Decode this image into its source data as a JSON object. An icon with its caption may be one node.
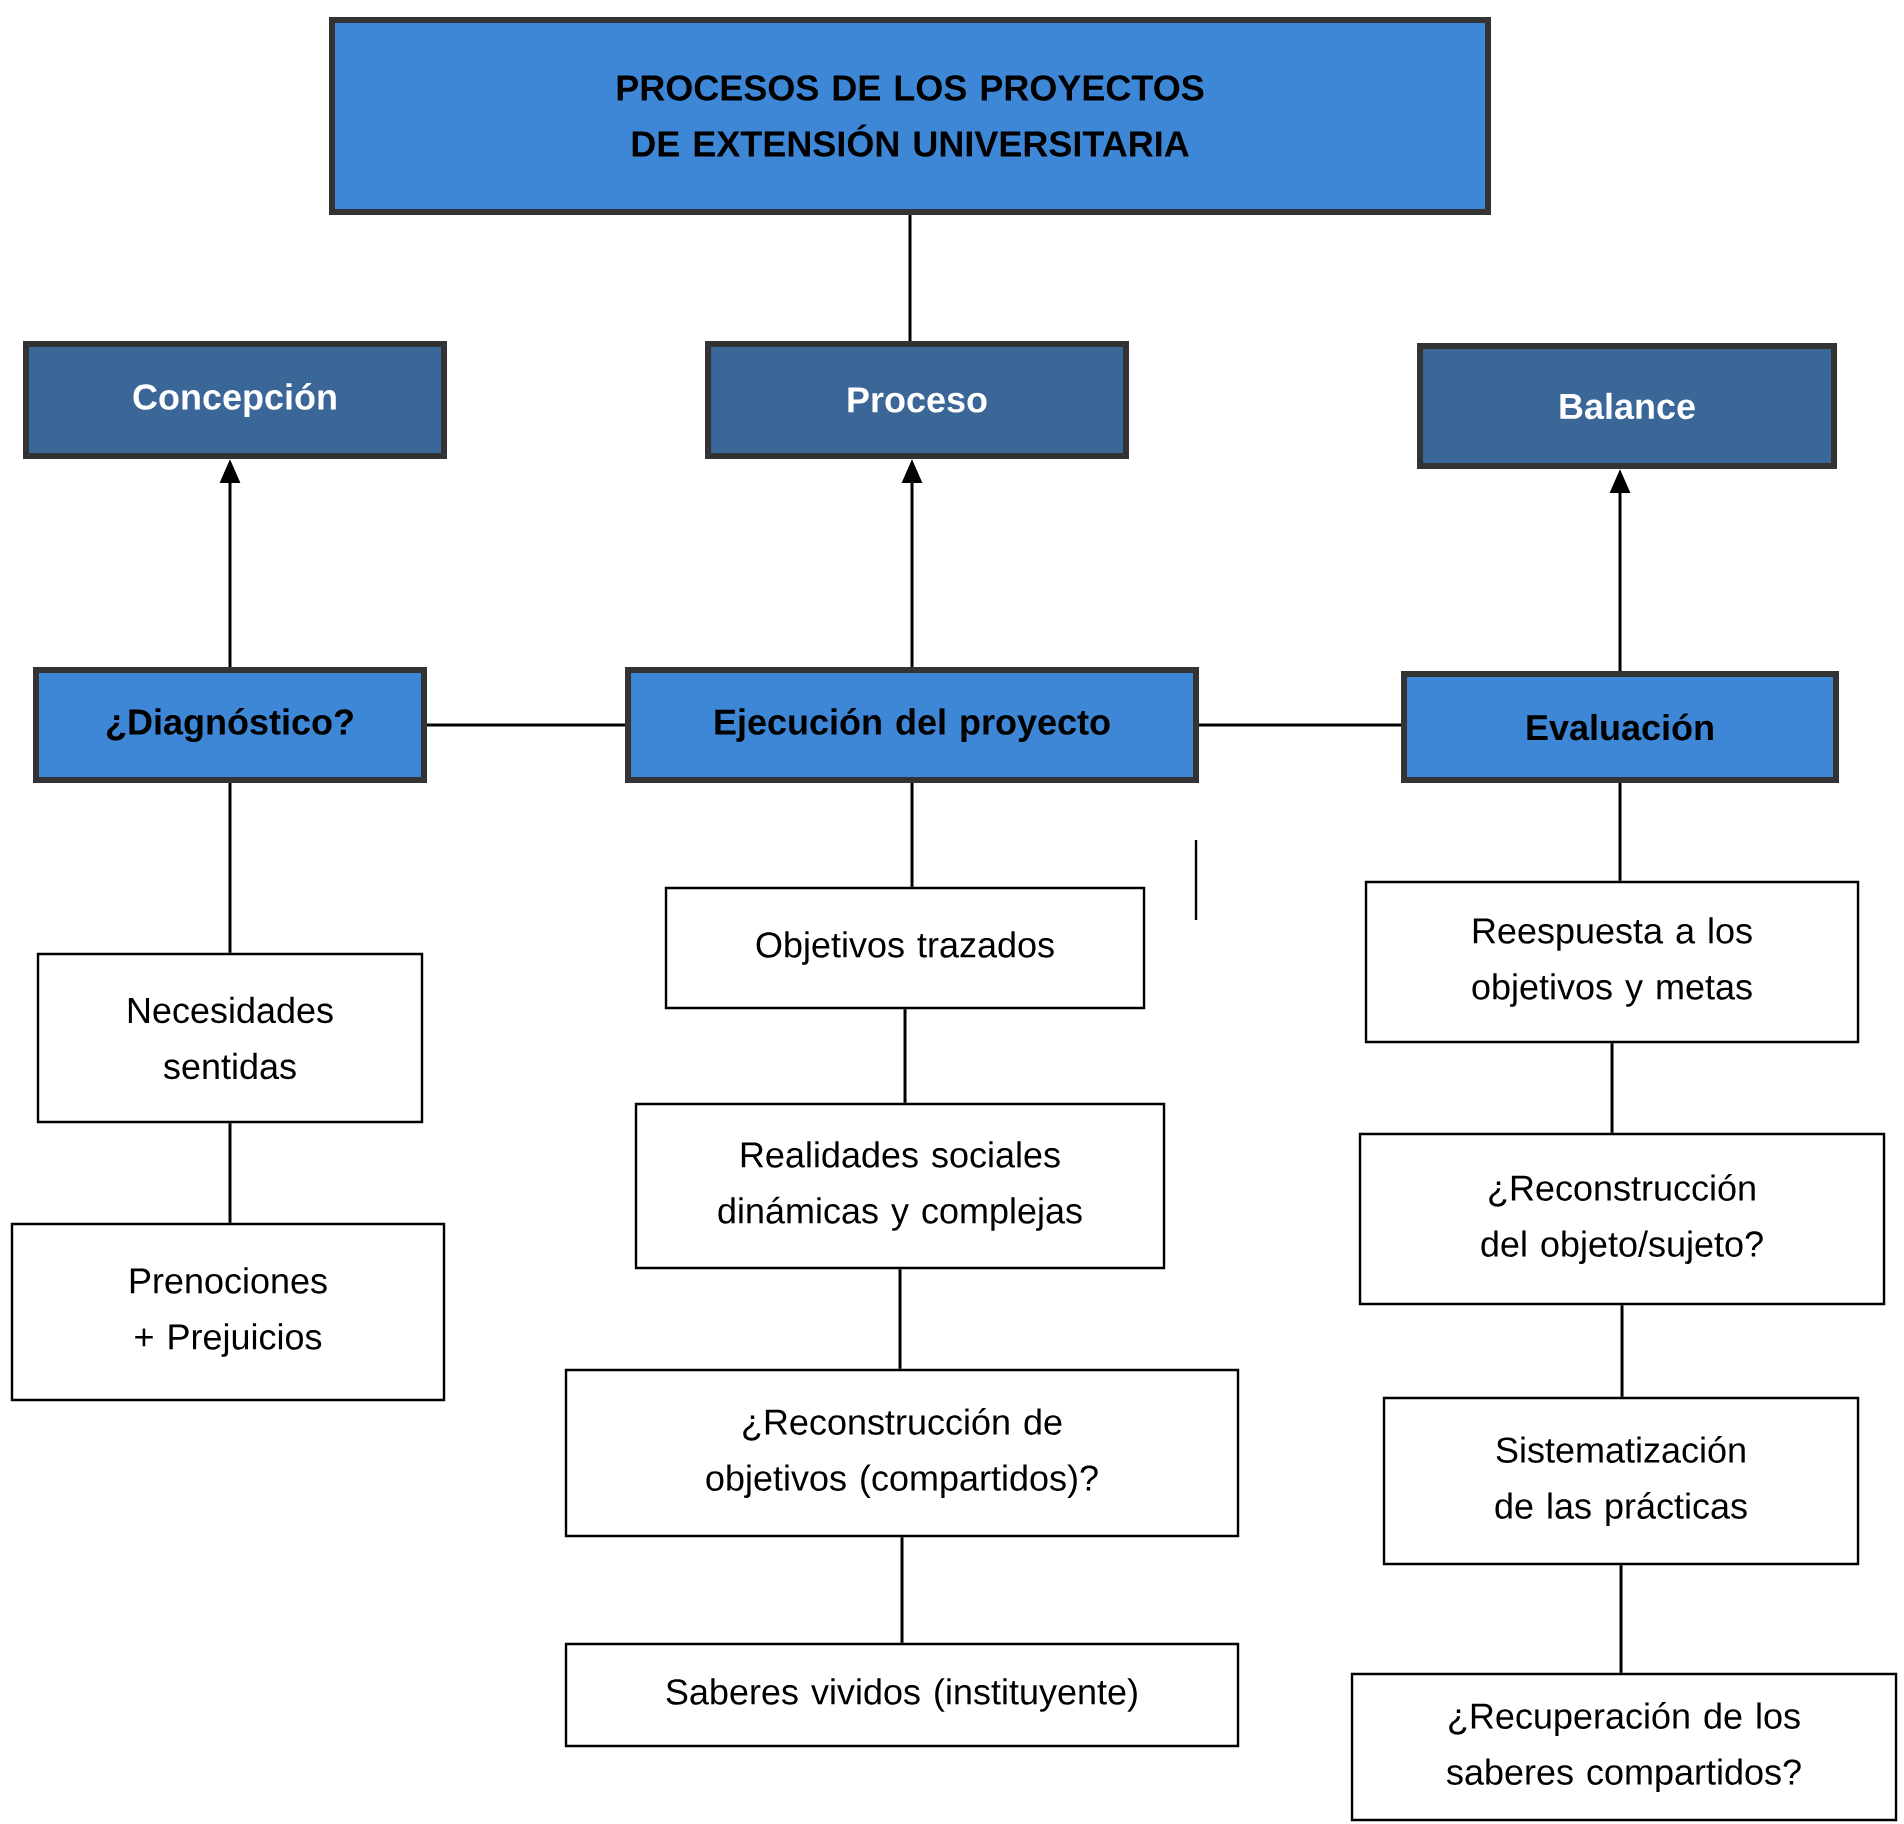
{
  "diagram": {
    "nodes": [
      {
        "text": [
          "PROCESOS DE LOS PROYECTOS DE EXTENSIÓN UNIVERSITARIA"
        ]
      },
      {
        "text": [
          "Concepción"
        ]
      },
      {
        "text": [
          "Proceso"
        ]
      },
      {
        "text": [
          "Balance"
        ]
      },
      {
        "text": [
          "¿Diagnóstico?"
        ]
      },
      {
        "text": [
          "Ejecución del proyecto"
        ]
      },
      {
        "text": [
          "Evaluación"
        ]
      },
      {
        "text": [
          "Necesidades sentidas"
        ]
      },
      {
        "text": [
          "Objetivos trazados"
        ]
      },
      {
        "text": [
          "Reespuesta a los objetivos y metas"
        ]
      },
      {
        "text": [
          "Prenociones + Prejuicios"
        ]
      },
      {
        "text": [
          "Realidades sociales dinámicas y complejas"
        ]
      },
      {
        "text": [
          "¿Reconstrucción del objeto/sujeto?"
        ]
      },
      {
        "text": [
          "¿Reconstrucción de objetivos (compartidos)?"
        ]
      },
      {
        "text": [
          "Sistematización de las prácticas"
        ]
      },
      {
        "text": [
          "Saberes vividos (instituyente)"
        ]
      },
      {
        "text": [
          "¿Recuperación de los saberes compartidos?"
        ]
      }
    ],
    "edges": [
      {
        "from": 0,
        "to": 2,
        "arrow": "none"
      },
      {
        "from": 4,
        "to": 1,
        "arrow": "to"
      },
      {
        "from": 5,
        "to": 2,
        "arrow": "to"
      },
      {
        "from": 6,
        "to": 3,
        "arrow": "to"
      },
      {
        "from": 4,
        "to": 5,
        "arrow": "none"
      },
      {
        "from": 5,
        "to": 6,
        "arrow": "none"
      },
      {
        "from": 4,
        "to": 7,
        "arrow": "none"
      },
      {
        "from": 7,
        "to": 10,
        "arrow": "none"
      },
      {
        "from": 5,
        "to": 8,
        "arrow": "none"
      },
      {
        "from": 8,
        "to": 11,
        "arrow": "none"
      },
      {
        "from": 11,
        "to": 13,
        "arrow": "none"
      },
      {
        "from": 13,
        "to": 15,
        "arrow": "none"
      },
      {
        "from": 6,
        "to": 9,
        "arrow": "none"
      },
      {
        "from": 9,
        "to": 12,
        "arrow": "none"
      },
      {
        "from": 12,
        "to": 14,
        "arrow": "none"
      },
      {
        "from": 14,
        "to": 16,
        "arrow": "none"
      }
    ]
  }
}
